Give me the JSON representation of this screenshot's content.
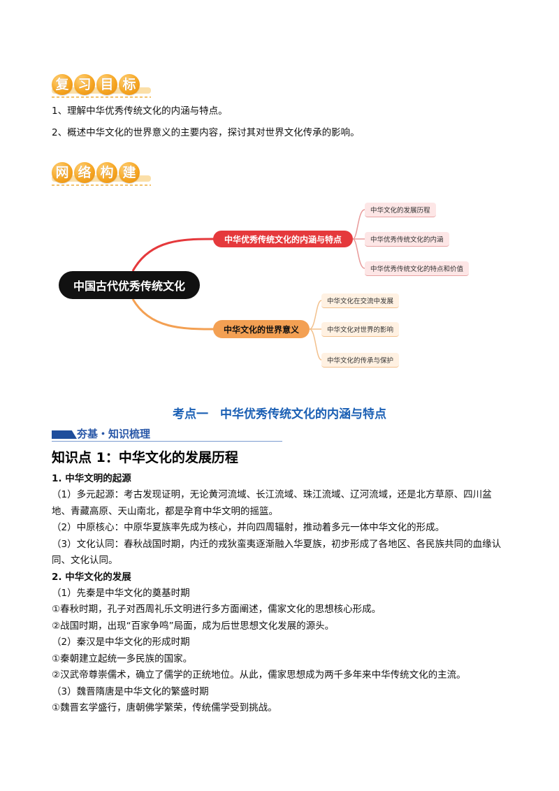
{
  "goals_badge": [
    "复",
    "习",
    "目",
    "标"
  ],
  "goals": [
    "1、理解中华优秀传统文化的内涵与特点。",
    "2、概述中华文化的世界意义的主要内容，探讨其对世界文化传承的影响。"
  ],
  "network_badge": [
    "网",
    "络",
    "构",
    "建"
  ],
  "mindmap": {
    "root": "中国古代优秀传统文化",
    "branch1": {
      "label": "中华优秀传统文化的内涵与特点",
      "color": "#e5393c",
      "leaves": [
        "中华文化的发展历程",
        "中华优秀传统文化的内涵",
        "中华优秀传统文化的特点和价值"
      ]
    },
    "branch2": {
      "label": "中华文化的世界意义",
      "color": "#f3a053",
      "leaves": [
        "中华文化在交流中发展",
        "中华文化对世界的影响",
        "中华文化的传承与保护"
      ]
    }
  },
  "section_title": "考点一　中华优秀传统文化的内涵与特点",
  "banner": "夯基・知识梳理",
  "kp_title": "知识点 1：中华文化的发展历程",
  "content": {
    "sub1": "1. 中华文明的起源",
    "p1": "（1）多元起源：考古发现证明，无论黄河流域、长江流域、珠江流域、辽河流域，还是北方草原、四川盆地、青藏高原、天山南北，都是孕育中华文明的摇篮。",
    "p2": "（2）中原核心：中原华夏族率先成为核心，并向四周辐射，推动着多元一体中华文化的形成。",
    "p3": "（3）文化认同：春秋战国时期，内迁的戎狄蛮夷逐渐融入华夏族，初步形成了各地区、各民族共同的血缘认同、文化认同。",
    "sub2": "2. 中华文化的发展",
    "p4": "（1）先秦是中华文化的奠基时期",
    "p5": "①春秋时期，孔子对西周礼乐文明进行多方面阐述，儒家文化的思想核心形成。",
    "p6": "②战国时期，出现“百家争鸣”局面，成为后世思想文化发展的源头。",
    "p7": "（2）秦汉是中华文化的形成时期",
    "p8": "①秦朝建立起统一多民族的国家。",
    "p9": "②汉武帝尊崇儒术，确立了儒学的正统地位。从此，儒家思想成为两千多年来中华传统文化的主流。",
    "p10": "（3）魏晋隋唐是中华文化的繁盛时期",
    "p11": "①魏晋玄学盛行，唐朝佛学繁荣，传统儒学受到挑战。"
  }
}
